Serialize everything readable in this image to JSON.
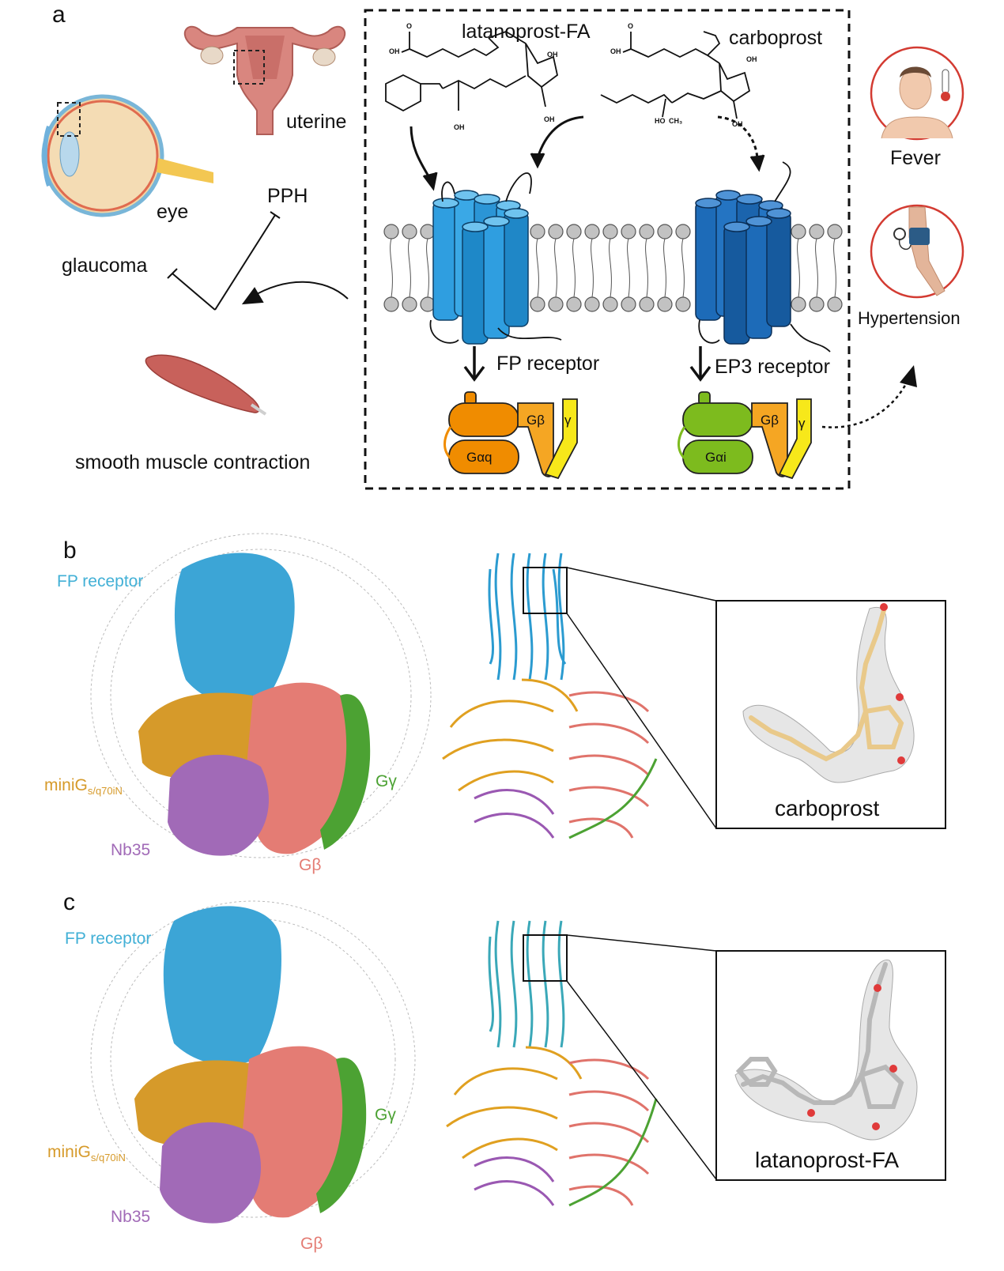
{
  "panel_a": {
    "letter": "a",
    "organs": {
      "eye": "eye",
      "uterine": "uterine"
    },
    "effects": {
      "pph": "PPH",
      "glaucoma": "glaucoma",
      "muscle": "smooth muscle contraction"
    },
    "ligands": {
      "latanoprost": "latanoprost-FA",
      "carboprost": "carboprost"
    },
    "receptors": {
      "fp": "FP receptor",
      "ep3": "EP3 receptor"
    },
    "gproteins": {
      "gaq": "Gαq",
      "gai": "Gαi",
      "gb": "Gβ",
      "gg": "γ"
    },
    "side_effects": {
      "fever": "Fever",
      "hypertension": "Hypertension"
    },
    "chem_labels": {
      "oh": "OH",
      "ho": "HO",
      "ch3": "CH₃",
      "o": "O"
    }
  },
  "panel_b": {
    "letter": "b",
    "labels": {
      "fp": "FP receptor",
      "mini": "miniG",
      "mini_sub": "s/q70iN",
      "gg": "Gγ",
      "nb35": "Nb35",
      "gb": "Gβ"
    },
    "ligand": "carboprost"
  },
  "panel_c": {
    "letter": "c",
    "labels": {
      "fp": "FP receptor",
      "mini": "miniG",
      "mini_sub": "s/q70iN",
      "gg": "Gγ",
      "nb35": "Nb35",
      "gb": "Gβ"
    },
    "ligand": "latanoprost-FA"
  },
  "colors": {
    "fp_receptor": "#3fa9d8",
    "ep3_receptor": "#1f6fb8",
    "mini_g": "#d79a23",
    "g_beta": "#e9776d",
    "g_gamma": "#4ea832",
    "nb35": "#a066b8",
    "g_alpha_q": "#f08c00",
    "g_alpha_i": "#7dbb1e",
    "g_beta_cartoon": "#f5a623",
    "g_gamma_cartoon": "#f7e81a",
    "carboprost_stick": "#e9c98a",
    "latanoprost_stick": "#b8b8b8"
  }
}
